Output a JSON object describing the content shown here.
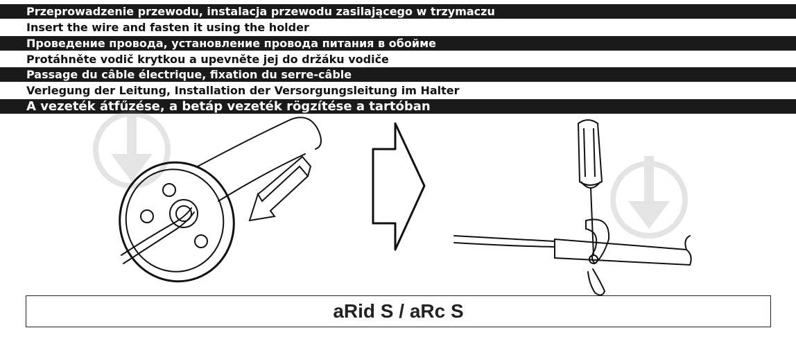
{
  "instructions": [
    "Przeprowadzenie przewodu, instalacja przewodu zasilającego w trzymaczu",
    "Insert the wire and fasten it using the holder",
    "Проведение провода, установление провода питания в обойме",
    "Protáhněte vodič krytkou a upevněte jej do držáku vodiče",
    "Passage du câble électrique, fixation du serre-câble",
    "Verlegung der Leitung, Installation der Versorgungsleitung im Halter",
    "A vezeték átfűzése, a betáp vezeték rögzítése a tartóban"
  ],
  "model_label": "aRid S / aRc S",
  "icons": [
    "download-watermark-icon",
    "arrow-right-icon",
    "insert-arrow-icon",
    "screwdriver-icon"
  ]
}
